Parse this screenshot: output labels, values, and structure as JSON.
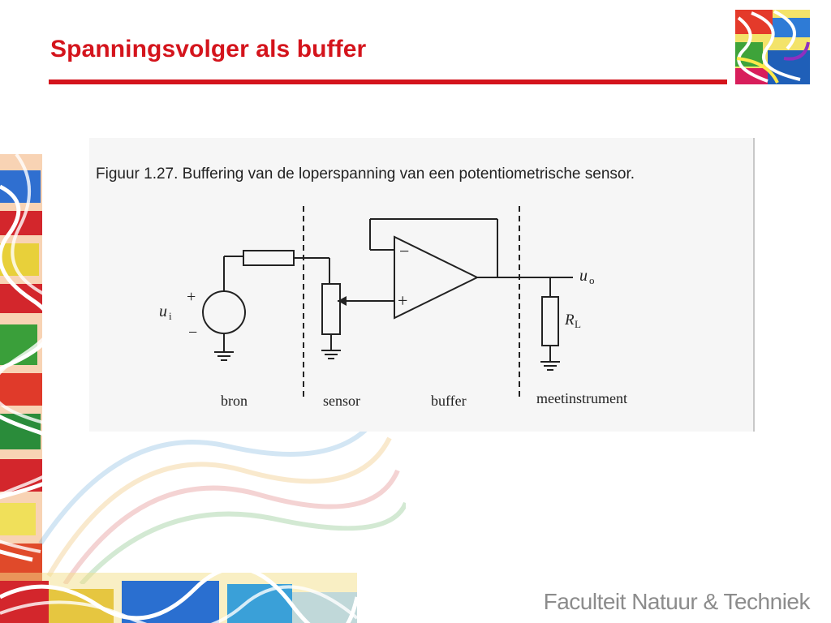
{
  "slide": {
    "title": "Spanningsvolger als buffer",
    "accent_color": "#d4141c"
  },
  "figure": {
    "caption": "Figuur 1.27. Buffering van de loperspanning van een potentiometrische sensor.",
    "labels": {
      "input_voltage": "u",
      "input_voltage_sub": "i",
      "output_voltage": "u",
      "output_voltage_sub": "o",
      "load_resistor": "R",
      "load_resistor_sub": "L",
      "plus_sign": "+",
      "minus_sign": "−",
      "opamp_inverting": "−",
      "opamp_noninverting": "+"
    },
    "sections": [
      "bron",
      "sensor",
      "buffer",
      "meetinstrument"
    ]
  },
  "footer": {
    "brand": "Faculteit  Natuur & Techniek"
  }
}
